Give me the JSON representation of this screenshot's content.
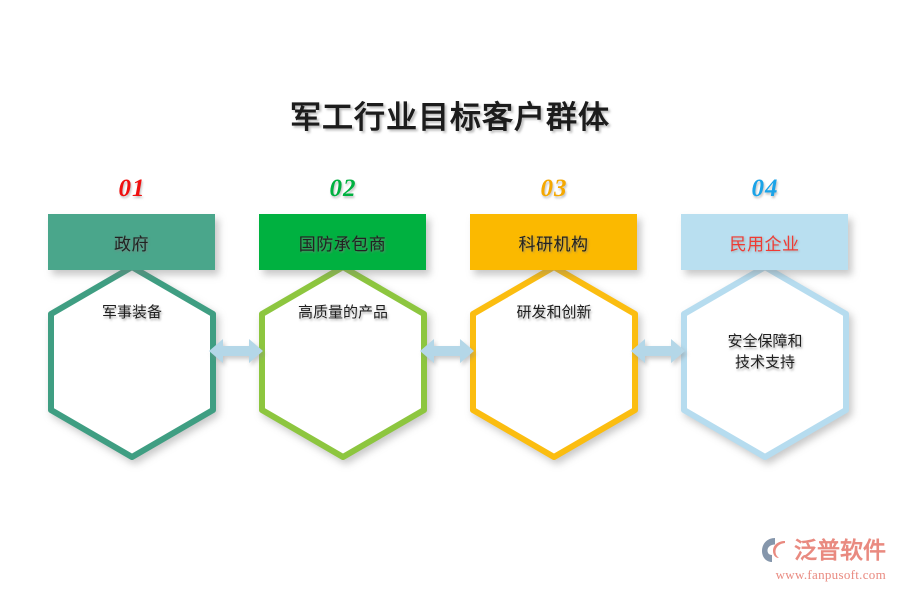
{
  "title": "军工行业目标客户群体",
  "columns": [
    {
      "number": "01",
      "number_color": "#f01010",
      "header_label": "政府",
      "header_bg": "#4aa68b",
      "header_text_color": "#222222",
      "hex_border": "#3f9e82",
      "hex_lines": [
        "军事装备"
      ]
    },
    {
      "number": "02",
      "number_color": "#00b140",
      "header_label": "国防承包商",
      "header_bg": "#00b140",
      "header_text_color": "#222222",
      "hex_border": "#8dc63f",
      "hex_lines": [
        "高质量的产品"
      ]
    },
    {
      "number": "03",
      "number_color": "#f5a800",
      "header_label": "科研机构",
      "header_bg": "#fbb900",
      "header_text_color": "#222222",
      "hex_border": "#fbbd10",
      "hex_lines": [
        "研发和创新"
      ]
    },
    {
      "number": "04",
      "number_color": "#1aa3e8",
      "header_label": "民用企业",
      "header_bg": "#b9dff0",
      "header_text_color": "#ef3b34",
      "hex_border": "#b6dcef",
      "hex_lines": [
        "安全保障和",
        "技术支持"
      ]
    }
  ],
  "arrows": {
    "icon": "double-headed-arrow-icon",
    "fill": "#b4d7e8",
    "count": 3
  },
  "logo": {
    "mark": "fanpu-logo-icon",
    "name": "泛普软件",
    "url": "www.fanpusoft.com",
    "color": "#e98a80",
    "mark_color": "#8596ab"
  }
}
